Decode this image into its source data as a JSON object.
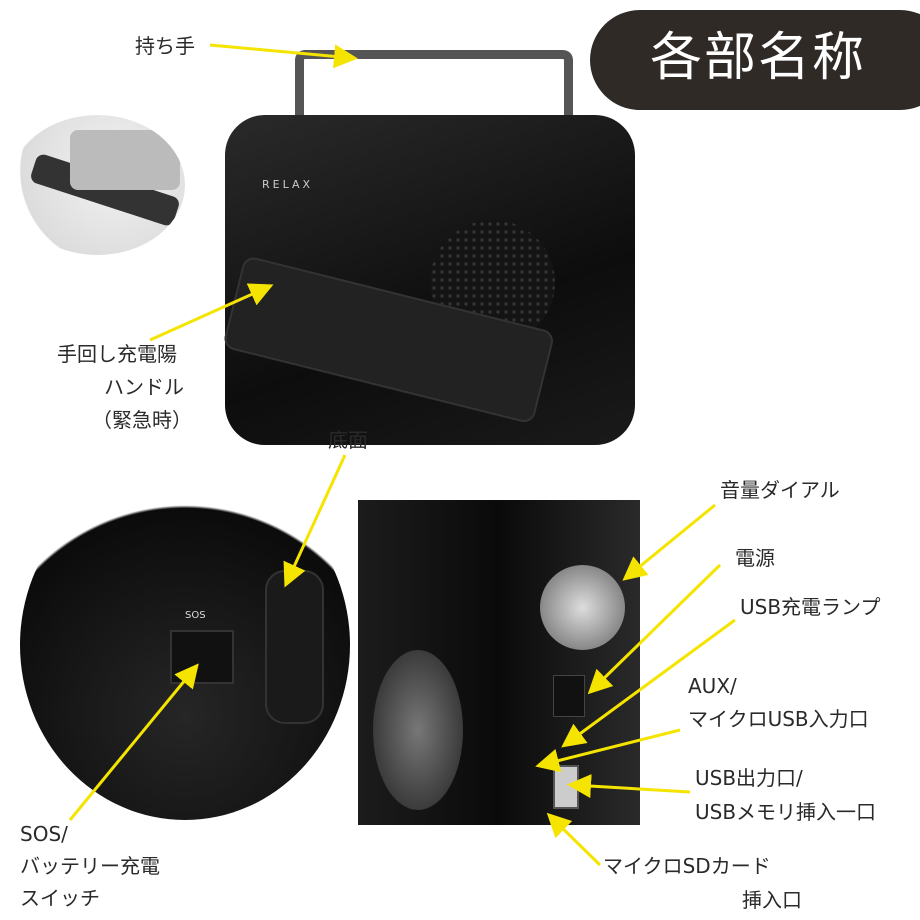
{
  "title": "各部名称",
  "brand_logo": "RELAX",
  "labels": {
    "handle": "持ち手",
    "crank_line1": "手回し充電陽",
    "crank_line2": "ハンドル",
    "crank_line3": "（緊急時）",
    "bottom": "底面",
    "sos_line1": "SOS/",
    "sos_line2": "バッテリー充電",
    "sos_line3": "スイッチ",
    "volume": "音量ダイアル",
    "power": "電源",
    "usb_lamp": "USB充電ランプ",
    "aux_line1": "AUX/",
    "aux_line2": "マイクロUSB入力口",
    "usb_out_line1": "USB出力口/",
    "usb_out_line2": "USBメモリ挿入一口",
    "sd_line1": "マイクロSDカード",
    "sd_line2": "挿入口"
  },
  "colors": {
    "accent_arrow": "#f5e400",
    "badge": "#302a27"
  }
}
